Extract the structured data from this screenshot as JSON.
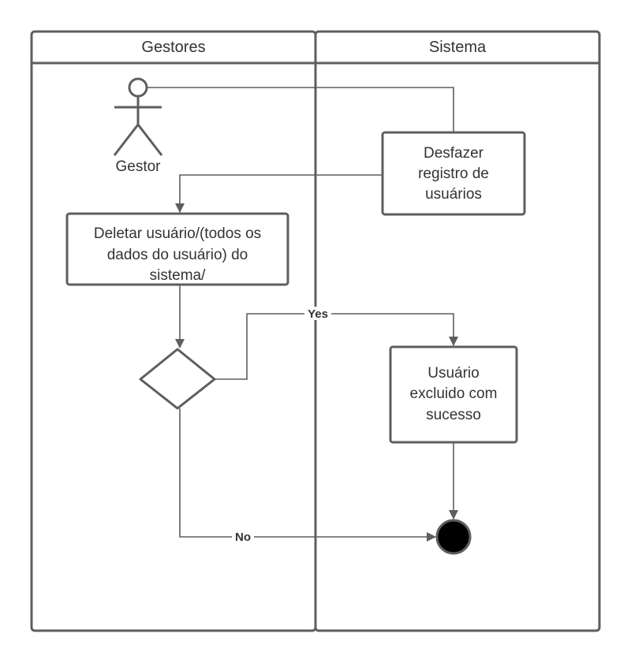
{
  "lanes": [
    {
      "title": "Gestores"
    },
    {
      "title": "Sistema"
    }
  ],
  "actor": {
    "label": "Gestor"
  },
  "nodes": {
    "desfazer": {
      "lines": [
        "Desfazer",
        "registro de",
        "usuários"
      ]
    },
    "deletar": {
      "lines": [
        "Deletar usuário/(todos os",
        "dados do usuário) do",
        "sistema/"
      ]
    },
    "sucesso": {
      "lines": [
        "Usuário",
        "excluido com",
        "sucesso"
      ]
    }
  },
  "edges": {
    "yes_label": "Yes",
    "no_label": "No"
  },
  "colors": {
    "stroke": "#5e5e5e",
    "text": "#333333",
    "end_fill": "#000000"
  }
}
